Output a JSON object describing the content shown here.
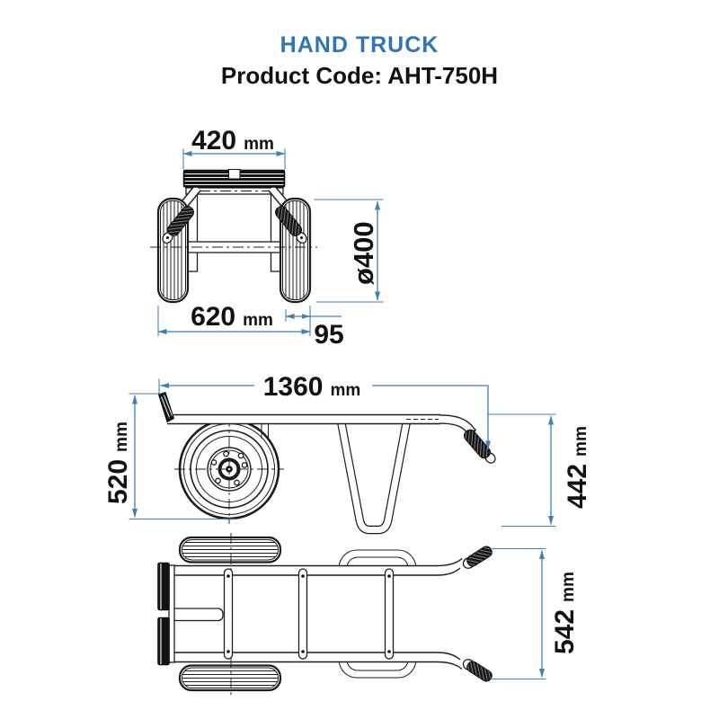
{
  "header": {
    "title": "HAND TRUCK",
    "product_code": "Product Code: AHT-750H"
  },
  "dimensions": {
    "toe_plate_width": {
      "value": "420",
      "unit": "mm"
    },
    "track_width": {
      "value": "620",
      "unit": "mm"
    },
    "wheel_offset": {
      "value": "95",
      "unit": ""
    },
    "wheel_diameter": {
      "value": "ø400",
      "unit": ""
    },
    "overall_length": {
      "value": "1360",
      "unit": "mm"
    },
    "overall_height": {
      "value": "520",
      "unit": "mm"
    },
    "handle_height": {
      "value": "442",
      "unit": "mm"
    },
    "overall_width": {
      "value": "542",
      "unit": "mm"
    }
  },
  "colors": {
    "accent_blue": "#2e75b6",
    "dimension_line": "#4080b8",
    "ink": "#1c1c1c"
  }
}
